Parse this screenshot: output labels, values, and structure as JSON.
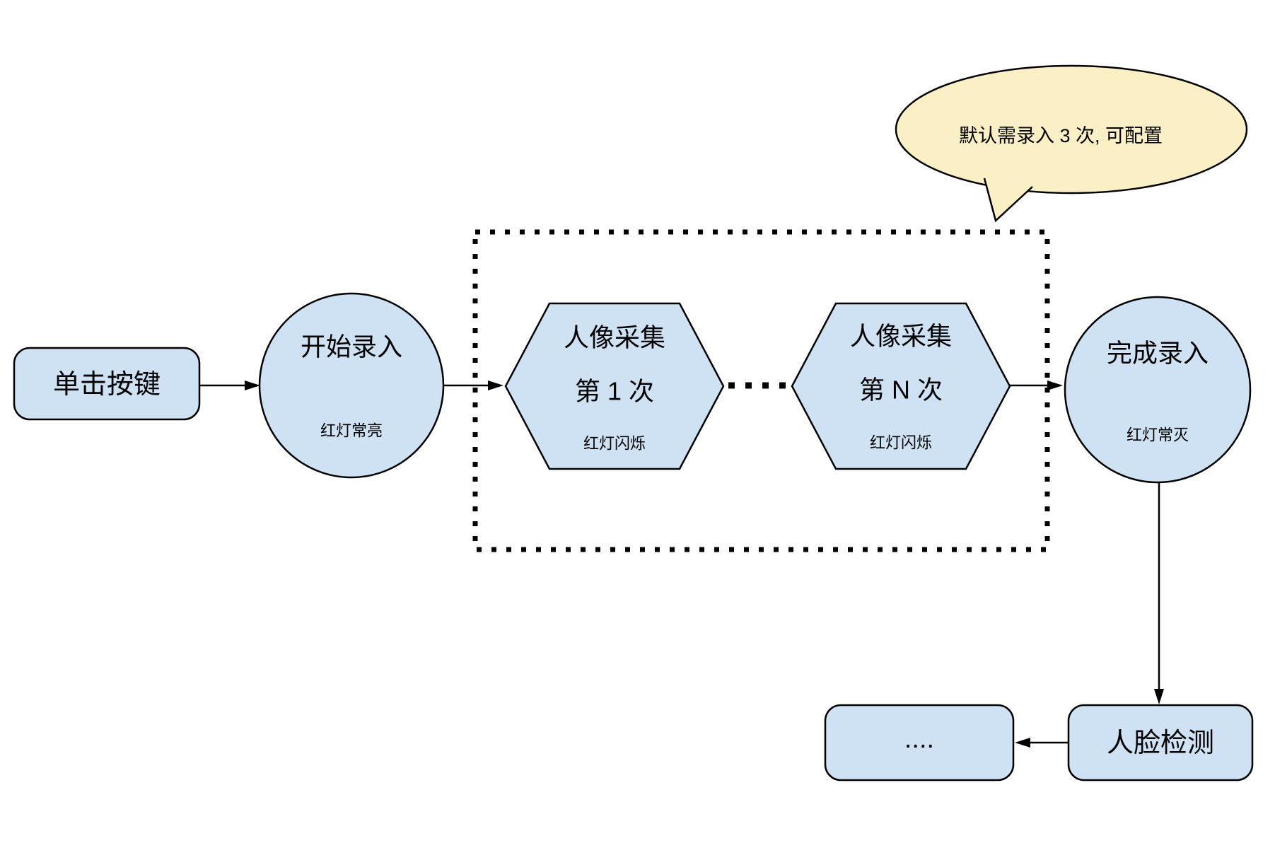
{
  "diagram": {
    "background": "#ffffff",
    "colors": {
      "node_fill": "#cfe2f3",
      "node_stroke": "#000000",
      "callout_fill": "#fbefc6",
      "text_color": "#000000"
    },
    "callout": {
      "text": "默认需录入 3 次, 可配置"
    },
    "nodes": {
      "click_button": {
        "label": "单击按键"
      },
      "start_entry": {
        "label": "开始录入",
        "status": "红灯常亮"
      },
      "capture_first": {
        "title": "人像采集",
        "subtitle": "第 1 次",
        "status": "红灯闪烁"
      },
      "capture_nth": {
        "title": "人像采集",
        "subtitle": "第 N 次",
        "status": "红灯闪烁"
      },
      "finish_entry": {
        "label": "完成录入",
        "status": "红灯常灭"
      },
      "face_detection": {
        "label": "人脸检测"
      },
      "continuation": {
        "label": "...."
      }
    }
  }
}
